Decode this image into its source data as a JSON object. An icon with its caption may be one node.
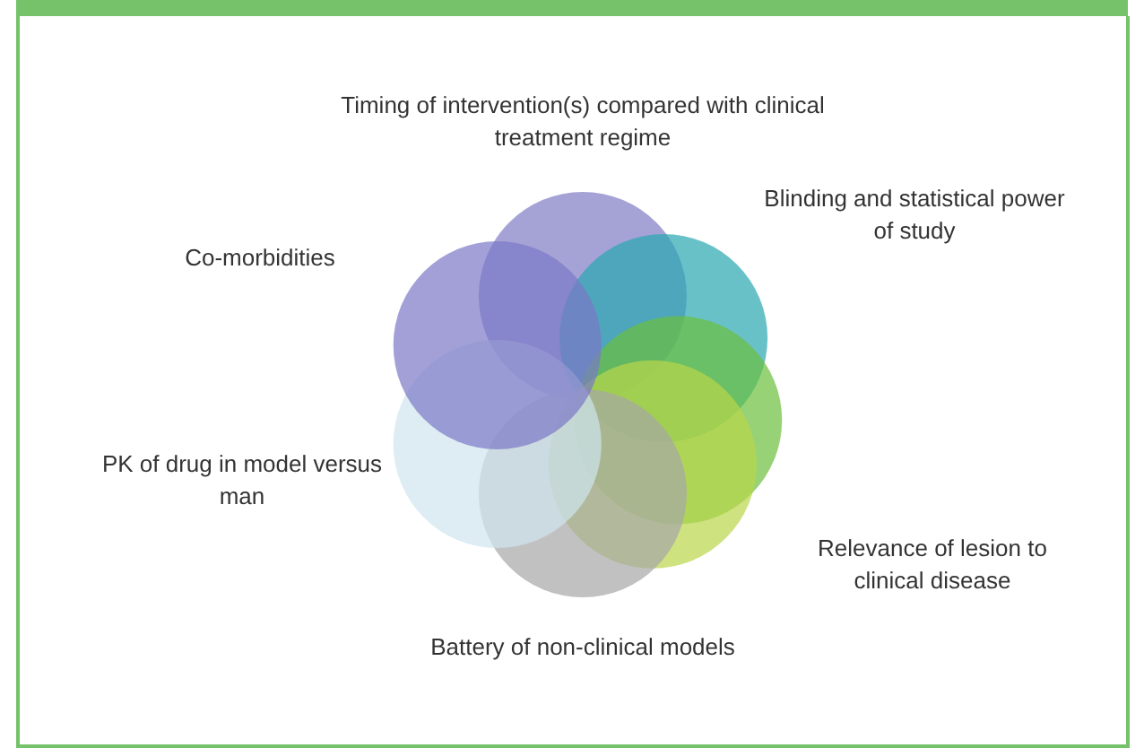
{
  "diagram": {
    "labels": [
      "Timing of intervention(s) compared with clinical treatment regime",
      "Co-morbidities",
      "Blinding and statistical power of study",
      "PK of drug in model versus man",
      "Relevance of lesion to clinical disease",
      "Battery of non-clinical models"
    ]
  }
}
